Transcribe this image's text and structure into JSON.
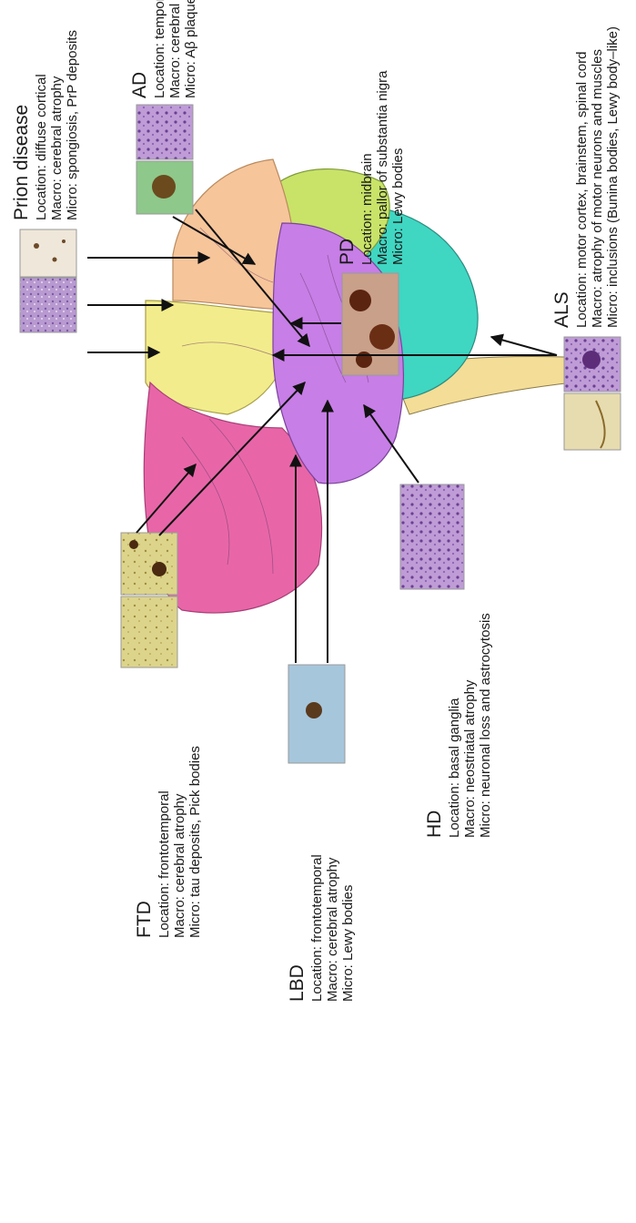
{
  "labels": {
    "prion": {
      "title": "Prion disease",
      "lines": [
        "Location: diffuse cortical",
        "Macro: cerebral atrophy",
        "Micro: spongiosis, PrP deposits"
      ]
    },
    "ad": {
      "title": "AD",
      "lines": [
        "Location: temporoparietal",
        "Macro: cerebral atrophy",
        "Micro: Aβ plaques, tangles"
      ]
    },
    "pd": {
      "title": "PD",
      "lines": [
        "Location: midbrain",
        "Macro: pallor of substantia nigra",
        "Micro: Lewy bodies"
      ]
    },
    "als": {
      "title": "ALS",
      "lines": [
        "Location: motor cortex, brainstem, spinal cord",
        "Macro: atrophy of motor neurons and muscles",
        "Micro: inclusions (Bunina bodies, Lewy body–like)"
      ]
    },
    "hd": {
      "title": "HD",
      "lines": [
        "Location: basal ganglia",
        "Macro: neostriatal atrophy",
        "Micro: neuronal loss and astrocytosis"
      ]
    },
    "lbd": {
      "title": "LBD",
      "lines": [
        "Location: frontotemporal",
        "Macro: cerebral atrophy",
        "Micro: Lewy bodies"
      ]
    },
    "ftd": {
      "title": "FTD",
      "lines": [
        "Location: frontotemporal",
        "Macro: cerebral atrophy",
        "Micro: tau deposits, Pick bodies"
      ]
    }
  },
  "colors": {
    "frontal": "#e866a8",
    "prefrontal_band": "#f3ec8c",
    "parietal": "#f6c59a",
    "temporal": "#c77ee6",
    "occipital": "#c8e368",
    "cerebellum": "#3fd6c2",
    "brainstem": "#f4dd96"
  }
}
